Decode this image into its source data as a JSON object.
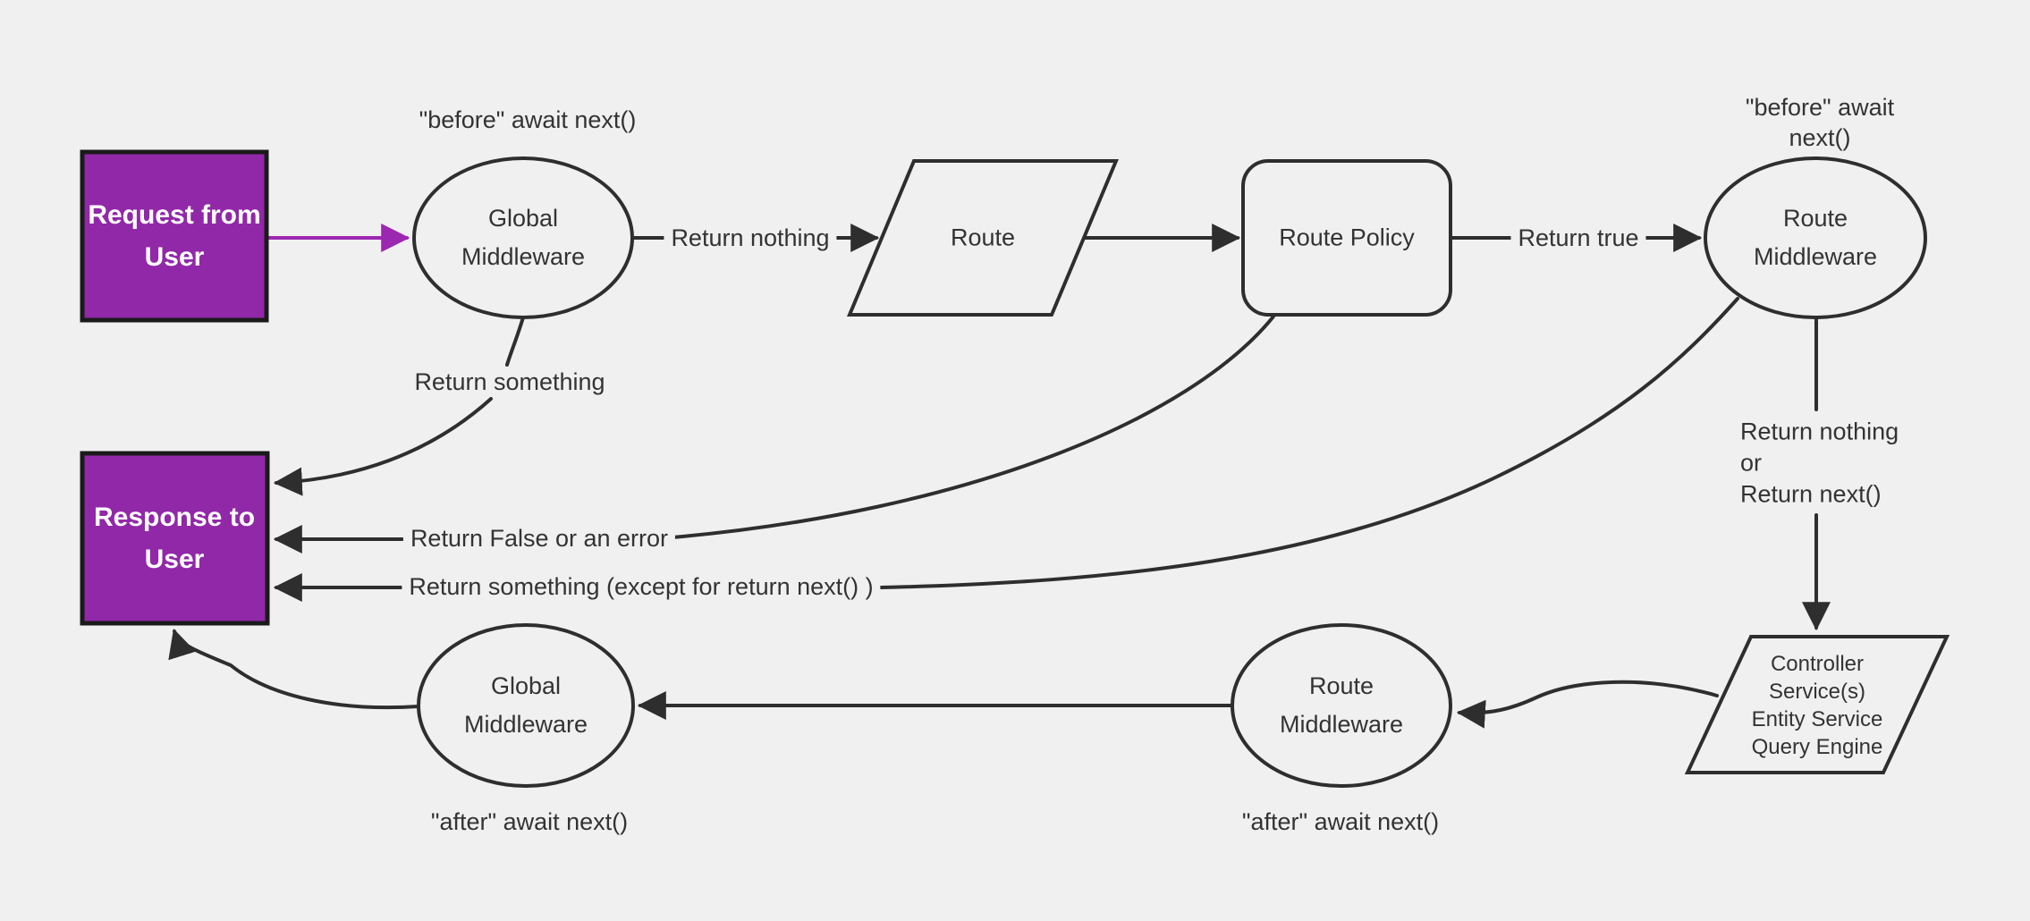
{
  "diagram": {
    "title": "request lifecycle flowchart",
    "colors": {
      "background": "#f0f0f0",
      "purple_fill": "#9128a8",
      "purple_arrow": "#9c27b0",
      "box_border": "#1a1a1a",
      "line_stroke": "#2e2e2e",
      "text": "#333333",
      "box_text": "#ffffff",
      "node_fill": "#f0f0f0"
    },
    "nodes": {
      "request": {
        "label": "Request from\nUser",
        "shape": "rectangle"
      },
      "global_mw_top": {
        "label": "Global\nMiddleware",
        "shape": "ellipse"
      },
      "route": {
        "label": "Route",
        "shape": "parallelogram"
      },
      "route_policy": {
        "label": "Route Policy",
        "shape": "rounded-rectangle"
      },
      "route_mw_top": {
        "label": "Route\nMiddleware",
        "shape": "ellipse"
      },
      "services": {
        "label": "Controller\nService(s)\nEntity Service\nQuery Engine",
        "shape": "parallelogram"
      },
      "route_mw_bottom": {
        "label": "Route\nMiddleware",
        "shape": "ellipse"
      },
      "global_mw_bottom": {
        "label": "Global\nMiddleware",
        "shape": "ellipse"
      },
      "response": {
        "label": "Response to\nUser",
        "shape": "rectangle"
      }
    },
    "edge_labels": {
      "before_top_left": "\"before\" await next()",
      "before_top_right": "\"before\" await next()",
      "after_bottom_left": "\"after\" await next()",
      "after_bottom_right": "\"after\" await next()",
      "return_nothing": "Return nothing",
      "return_true": "Return true",
      "return_something": "Return something",
      "return_false": "Return False or an error",
      "return_something_except": "Return something (except for return next() )",
      "return_nothing_or_next": "Return nothing\nor\nReturn next()"
    }
  }
}
